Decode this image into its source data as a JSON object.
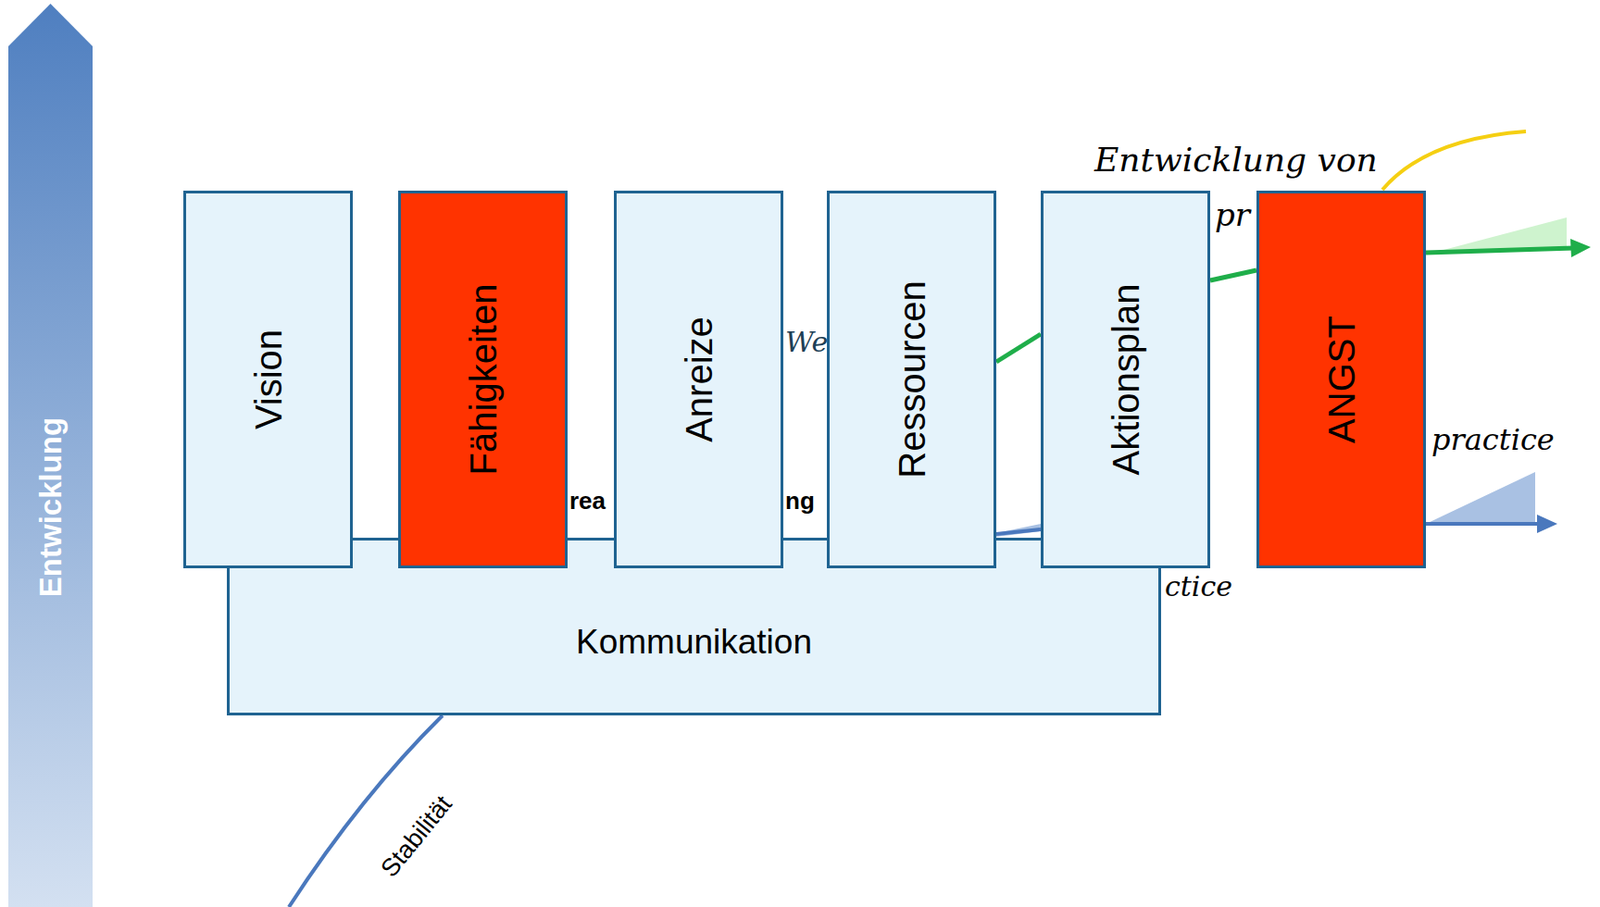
{
  "diagram": {
    "nodes": [
      {
        "text": [
          "Entwicklung"
        ]
      },
      {
        "text": [
          "Vision"
        ]
      },
      {
        "text": [
          "Fähigkeiten"
        ]
      },
      {
        "text": [
          "Anreize"
        ]
      },
      {
        "text": [
          "Ressourcen"
        ]
      },
      {
        "text": [
          "Aktionsplan"
        ]
      },
      {
        "text": [
          "ANGST"
        ]
      },
      {
        "text": [
          "Kommunikation"
        ]
      }
    ],
    "labels": [
      "Entwicklung von",
      "pr",
      "practice",
      "ctice",
      "rea",
      "ng",
      "We",
      "Stabilität"
    ]
  }
}
